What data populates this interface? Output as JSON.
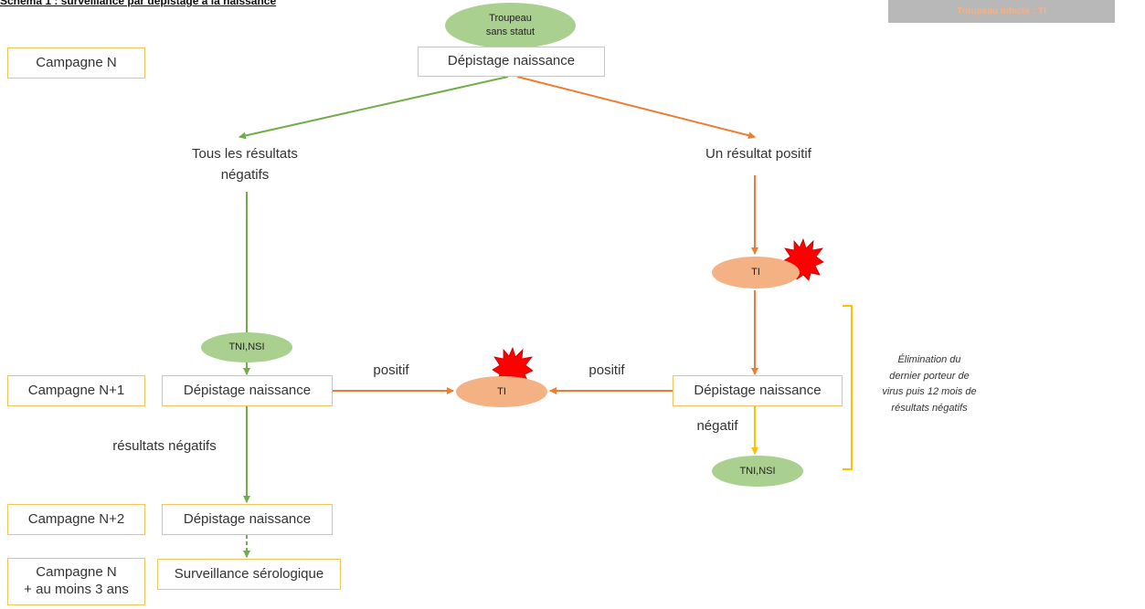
{
  "title": "Schéma 1 : surveillance par dépistage à la naissance",
  "legend": "Troupeau infecté : TI",
  "campaigns": {
    "n": "Campagne N",
    "n1": "Campagne N+1",
    "n2": "Campagne N+2",
    "n3_line1": "Campagne N",
    "n3_line2": "+ au moins 3 ans"
  },
  "nodes": {
    "start_oval_line1": "Troupeau",
    "start_oval_line2": "sans statut",
    "depistage_top": "Dépistage naissance",
    "tous_negatifs_line1": "Tous les résultats",
    "tous_negatifs_line2": "négatifs",
    "un_positif": "Un résultat positif",
    "ti_top": "TI",
    "tni_left": "TNI,NSI",
    "depistage_left_n1": "Dépistage naissance",
    "positif_left": "positif",
    "ti_center": "TI",
    "positif_right": "positif",
    "depistage_right": "Dépistage naissance",
    "negatif": "négatif",
    "tni_right": "TNI,NSI",
    "resultats_negatifs": "résultats négatifs",
    "depistage_left_n2": "Dépistage naissance",
    "surveillance": "Surveillance sérologique"
  },
  "note": {
    "line1": "Élimination du",
    "line2": "dernier porteur de",
    "line3": "virus puis 12 mois de",
    "line4": "résultats négatifs"
  },
  "colors": {
    "box_border": "#f2c55c",
    "green_arrow": "#70ad47",
    "orange_arrow": "#ed7d31",
    "yellow_arrow": "#ffc000",
    "green_oval": "#a9d08e",
    "salmon_oval": "#f4b183",
    "star": "#ff0000"
  }
}
